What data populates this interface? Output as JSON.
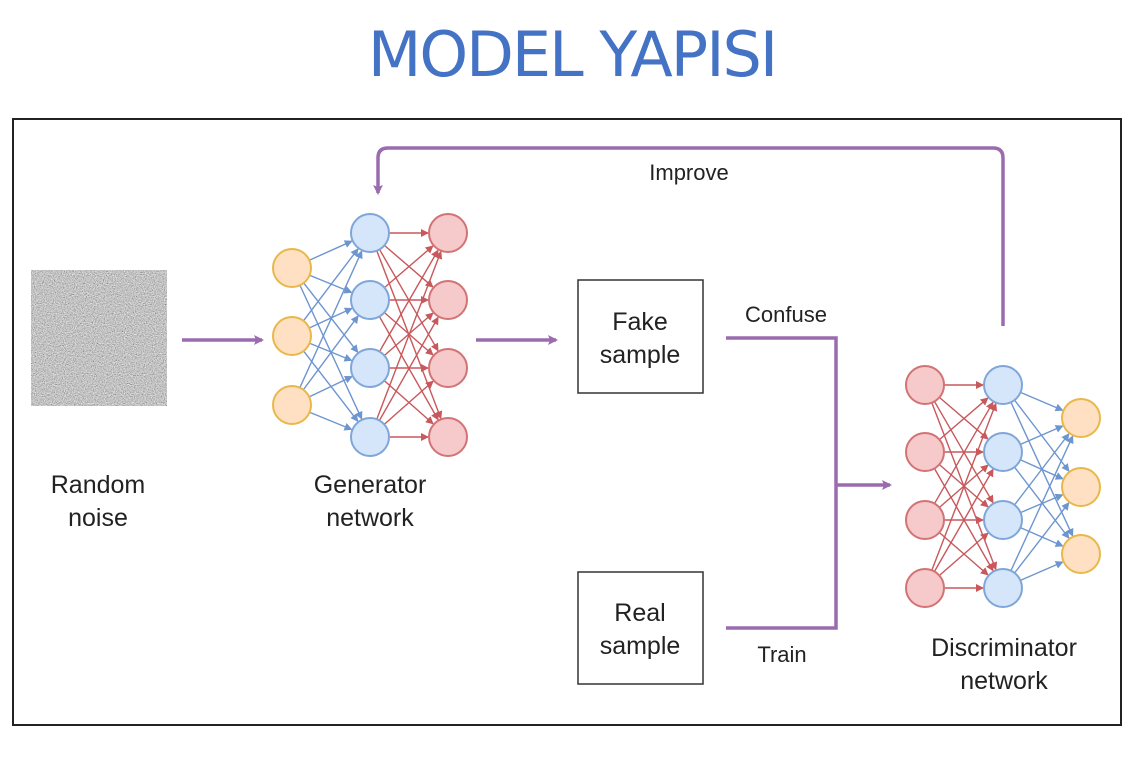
{
  "title": "MODEL YAPISI",
  "labels": {
    "improve": "Improve",
    "confuse": "Confuse",
    "train": "Train",
    "random_noise": [
      "Random",
      "noise"
    ],
    "generator": [
      "Generator",
      "network"
    ],
    "fake_sample": [
      "Fake",
      "sample"
    ],
    "real_sample": [
      "Real",
      "sample"
    ],
    "discriminator": [
      "Discriminator",
      "network"
    ]
  },
  "colors": {
    "title": "#4472C4",
    "flow_arrow": "#9B6BB0",
    "input_node_fill": "#FFE0C2",
    "input_node_stroke": "#E8B84A",
    "hidden_node_fill": "#D6E6FA",
    "hidden_node_stroke": "#7FA6D9",
    "output_node_fill": "#F6C9CA",
    "output_node_stroke": "#D27375",
    "blue_edge": "#6D95CF",
    "red_edge": "#C8585B"
  },
  "networks": {
    "generator": {
      "layers": [
        3,
        4,
        4
      ]
    },
    "discriminator": {
      "layers": [
        4,
        4,
        3
      ]
    }
  }
}
